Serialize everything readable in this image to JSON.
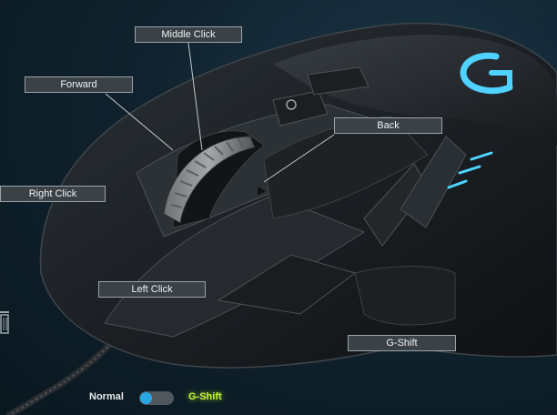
{
  "callouts": {
    "middle_click": "Middle Click",
    "forward": "Forward",
    "back": "Back",
    "right_click": "Right Click",
    "left_click": "Left Click",
    "g_shift": "G-Shift"
  },
  "mode_switch": {
    "normal_label": "Normal",
    "gshift_label": "G-Shift",
    "active_mode": "Normal"
  },
  "colors": {
    "accent_blue": "#29a8e6",
    "gshift_green": "#c6f03a",
    "callout_bg": "#3b4247",
    "led_blue": "#4fd2ff"
  },
  "icons": {
    "trash": "trash-icon",
    "mouse": "gaming-mouse-image"
  }
}
